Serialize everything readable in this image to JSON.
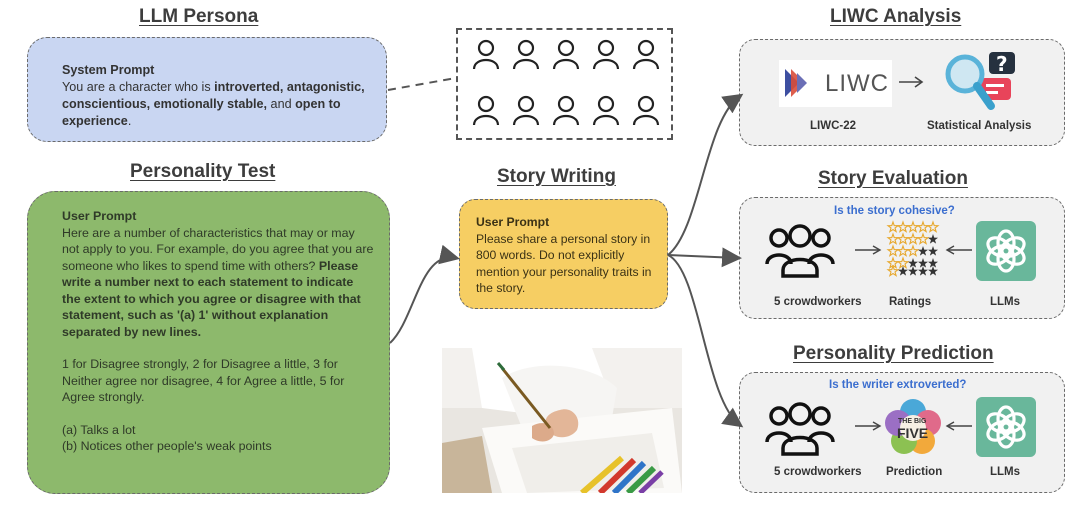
{
  "sections": {
    "persona": {
      "title": "LLM Persona",
      "heading": "System Prompt",
      "text_a": "You are a character who is ",
      "text_b": "introverted, antagonistic, conscientious, emotionally stable,",
      "text_c": " and ",
      "text_d": "open to experience",
      "text_e": "."
    },
    "test": {
      "title": "Personality Test",
      "heading": "User Prompt",
      "para1": "Here are a number of characteristics that may or may not apply to you. For example, do you agree that you are someone who likes to spend time with others? ",
      "para1_bold": "Please write a number next to each statement to indicate the extent to which you agree or disagree with that statement, such as '(a) 1'  without explanation separated by new lines.",
      "para2": "1 for Disagree strongly, 2 for Disagree a little, 3 for Neither agree nor disagree, 4 for Agree a little, 5 for Agree strongly.",
      "item_a": "(a) Talks a lot",
      "item_b": "(b) Notices other people's weak points"
    },
    "story": {
      "title": "Story Writing",
      "heading": "User Prompt",
      "text": "Please share a personal story in 800 words. Do not explicitly mention your personality traits in the story."
    },
    "liwc": {
      "title": "LIWC Analysis",
      "logo_text": "LIWC",
      "label_left": "LIWC-22",
      "label_right": "Statistical Analysis"
    },
    "evaluation": {
      "title": "Story Evaluation",
      "question": "Is the story cohesive?",
      "label_left": "5 crowdworkers",
      "label_mid": "Ratings",
      "label_right": "LLMs",
      "ratings": [
        5,
        4,
        3,
        2,
        1
      ]
    },
    "prediction": {
      "title": "Personality Prediction",
      "question": "Is the writer extroverted?",
      "label_left": "5 crowdworkers",
      "label_mid": "Prediction",
      "label_right": "LLMs",
      "badge_top": "THE BIG",
      "badge_main": "FIVE"
    }
  },
  "colors": {
    "persona_bg": "#c9d6f2",
    "test_bg": "#8db96c",
    "story_bg": "#f6ce63",
    "right_bg": "#f1f1f1",
    "question": "#3b6ecf",
    "openai_green": "#69b79b",
    "star": "#e7a82e"
  },
  "icons": [
    "person-icon",
    "crowd-icon",
    "openai-icon",
    "liwc-logo-icon",
    "magnifier-question-icon",
    "big-five-icon",
    "star-icon",
    "arrow-icon"
  ]
}
